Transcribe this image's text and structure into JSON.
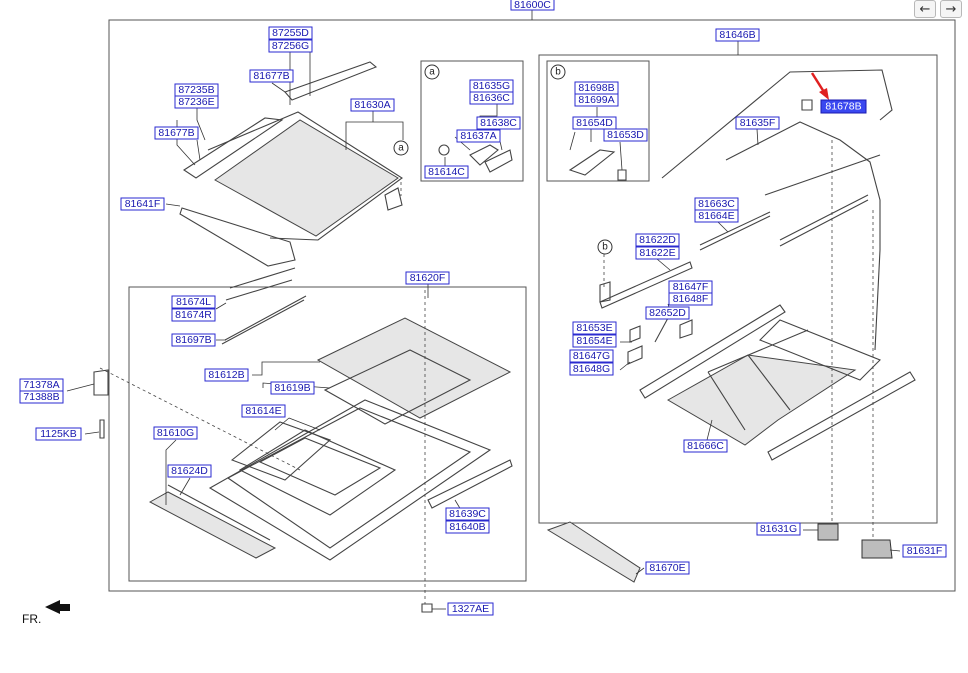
{
  "nav": {
    "back_icon": "arrow-left-icon",
    "forward_icon": "arrow-right-icon",
    "back_glyph": "←",
    "forward_glyph": "→"
  },
  "orientation": {
    "text": "FR.",
    "icon": "front-arrow-icon"
  },
  "callouts": {
    "a": "a",
    "b": "b"
  },
  "accent": {
    "label_border": "#2a2ad0",
    "label_text": "#1818b0",
    "highlight_fill": "#3a48f0",
    "pointer": "#e02020"
  },
  "parts": [
    {
      "id": "81600C",
      "highlight": false
    },
    {
      "id": "87255D",
      "highlight": false
    },
    {
      "id": "87256G",
      "highlight": false
    },
    {
      "id": "81677B",
      "highlight": false
    },
    {
      "id": "87235B",
      "highlight": false
    },
    {
      "id": "87236E",
      "highlight": false
    },
    {
      "id": "81677B",
      "highlight": false
    },
    {
      "id": "81630A",
      "highlight": false
    },
    {
      "id": "81641F",
      "highlight": false
    },
    {
      "id": "81635G",
      "highlight": false
    },
    {
      "id": "81636C",
      "highlight": false
    },
    {
      "id": "81638C",
      "highlight": false
    },
    {
      "id": "81637A",
      "highlight": false
    },
    {
      "id": "81614C",
      "highlight": false
    },
    {
      "id": "81698B",
      "highlight": false
    },
    {
      "id": "81699A",
      "highlight": false
    },
    {
      "id": "81654D",
      "highlight": false
    },
    {
      "id": "81653D",
      "highlight": false
    },
    {
      "id": "81646B",
      "highlight": false
    },
    {
      "id": "81678B",
      "highlight": true
    },
    {
      "id": "81635F",
      "highlight": false
    },
    {
      "id": "81663C",
      "highlight": false
    },
    {
      "id": "81664E",
      "highlight": false
    },
    {
      "id": "81622D",
      "highlight": false
    },
    {
      "id": "81622E",
      "highlight": false
    },
    {
      "id": "81647F",
      "highlight": false
    },
    {
      "id": "81648F",
      "highlight": false
    },
    {
      "id": "82652D",
      "highlight": false
    },
    {
      "id": "81653E",
      "highlight": false
    },
    {
      "id": "81654E",
      "highlight": false
    },
    {
      "id": "81647G",
      "highlight": false
    },
    {
      "id": "81648G",
      "highlight": false
    },
    {
      "id": "81666C",
      "highlight": false
    },
    {
      "id": "81620F",
      "highlight": false
    },
    {
      "id": "81674L",
      "highlight": false
    },
    {
      "id": "81674R",
      "highlight": false
    },
    {
      "id": "81697B",
      "highlight": false
    },
    {
      "id": "81612B",
      "highlight": false
    },
    {
      "id": "81619B",
      "highlight": false
    },
    {
      "id": "81614E",
      "highlight": false
    },
    {
      "id": "71378A",
      "highlight": false
    },
    {
      "id": "71388B",
      "highlight": false
    },
    {
      "id": "1125KB",
      "highlight": false
    },
    {
      "id": "81610G",
      "highlight": false
    },
    {
      "id": "81624D",
      "highlight": false
    },
    {
      "id": "81639C",
      "highlight": false
    },
    {
      "id": "81640B",
      "highlight": false
    },
    {
      "id": "81631G",
      "highlight": false
    },
    {
      "id": "81631F",
      "highlight": false
    },
    {
      "id": "81670E",
      "highlight": false
    },
    {
      "id": "1327AE",
      "highlight": false
    }
  ]
}
